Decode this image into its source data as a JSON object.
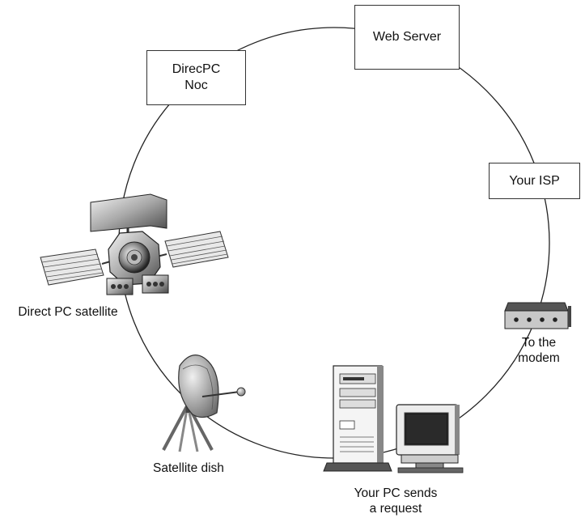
{
  "nodes": {
    "direcpc_noc": {
      "line1": "DirecPC",
      "line2": "Noc"
    },
    "web_server": {
      "label": "Web Server"
    },
    "your_isp": {
      "label": "Your ISP"
    },
    "modem": {
      "line1": "To the",
      "line2": "modem"
    },
    "pc": {
      "line1": "Your PC sends",
      "line2": "a request"
    },
    "dish": {
      "label": "Satellite dish"
    },
    "satellite": {
      "label": "Direct PC satellite"
    }
  },
  "icons": [
    "satellite-icon",
    "satellite-dish-icon",
    "pc-tower-icon",
    "monitor-icon",
    "modem-icon"
  ],
  "colors": {
    "line": "#222222",
    "box_border": "#333333",
    "background": "#ffffff"
  }
}
